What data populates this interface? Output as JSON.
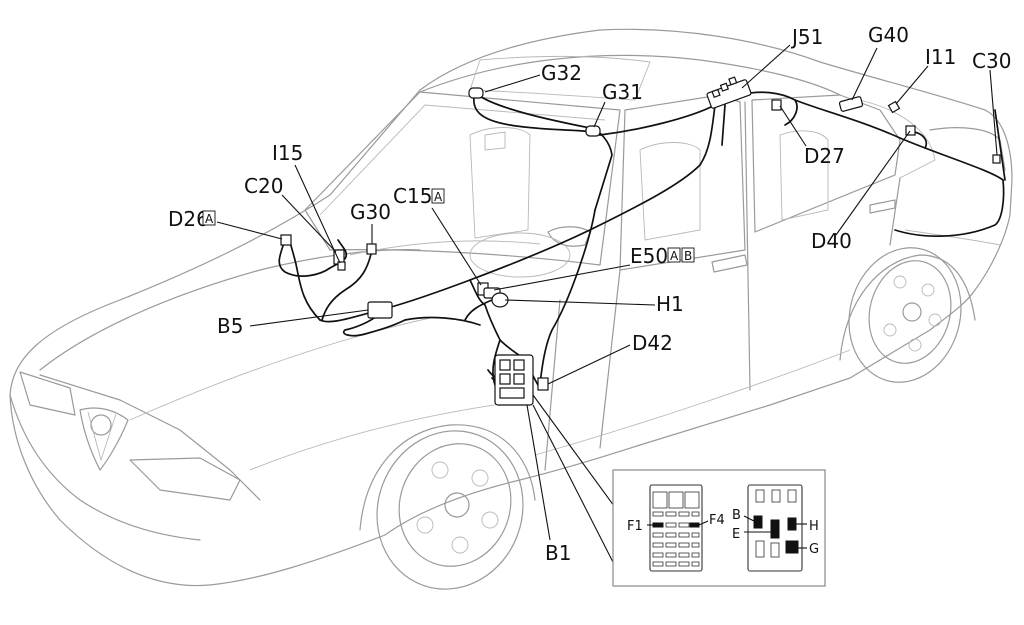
{
  "labels": {
    "j51": "J51",
    "g40": "G40",
    "i11": "I11",
    "c30": "C30",
    "g32": "G32",
    "g31": "G31",
    "i15": "I15",
    "c20": "C20",
    "d27": "D27",
    "c15": "C15",
    "c15_box": "A",
    "g30": "G30",
    "d26": "D26",
    "d26_box": "A",
    "e50": "E50",
    "e50_box_a": "A",
    "e50_box_b": "B",
    "d40": "D40",
    "h1": "H1",
    "b5": "B5",
    "d42": "D42",
    "b1": "B1"
  },
  "inset": {
    "f1": "F1",
    "f4": "F4",
    "b": "B",
    "e": "E",
    "h": "H",
    "g": "G"
  }
}
